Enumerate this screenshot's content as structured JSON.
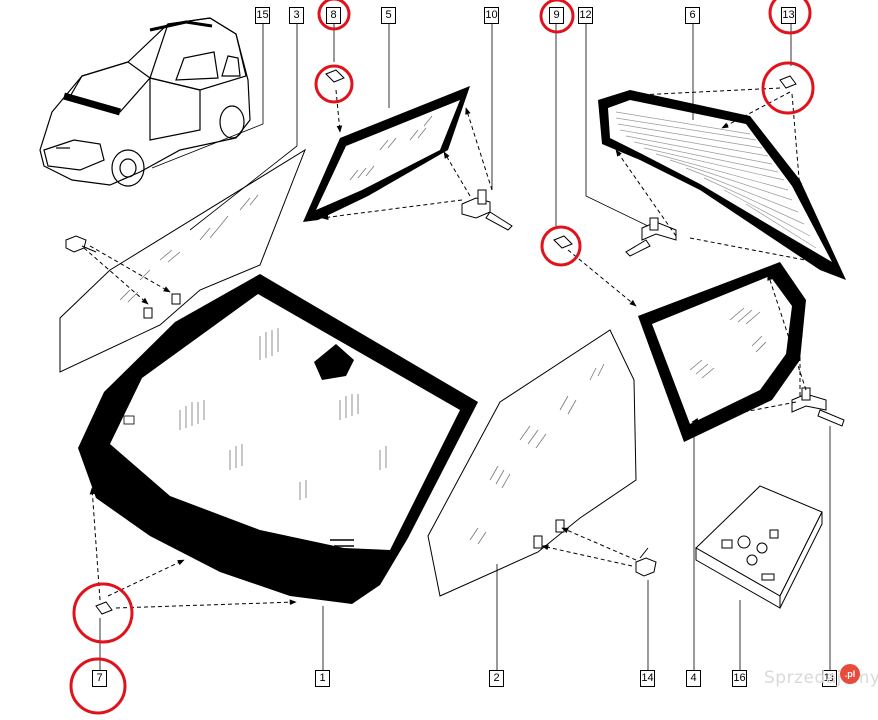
{
  "labels": {
    "l1": "1",
    "l2": "2",
    "l3": "3",
    "l4": "4",
    "l5": "5",
    "l6": "6",
    "l7": "7",
    "l8": "8",
    "l9": "9",
    "l10": "10",
    "l11": "11",
    "l12": "12",
    "l13": "13",
    "l14": "14",
    "l15": "15",
    "l16": "16"
  },
  "highlight_color": "#e0121b",
  "watermark": {
    "text": "Sprzedajemy",
    "badge": ".pl"
  }
}
